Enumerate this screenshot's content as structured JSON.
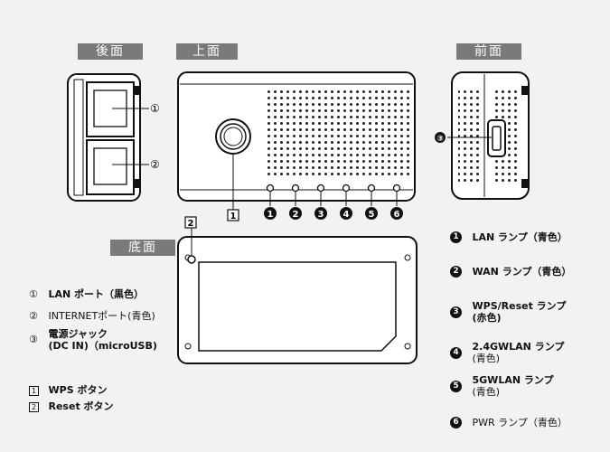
{
  "views": {
    "rear": "後面",
    "top": "上面",
    "front": "前面",
    "bottom": "底面"
  },
  "callouts": {
    "port1": "①",
    "port2": "②",
    "port3": "③",
    "box1": "1",
    "box2": "2",
    "leds": [
      "1",
      "2",
      "3",
      "4",
      "5",
      "6"
    ]
  },
  "left_legend": {
    "item1": {
      "num": "①",
      "text": "LAN ポート（黒色）"
    },
    "item2": {
      "num": "②",
      "text": "INTERNETポート(青色)"
    },
    "item3": {
      "num": "③",
      "line1": "電源ジャック",
      "line2": "(DC IN)（microUSB)"
    },
    "box1": {
      "num": "1",
      "text": "WPS ボタン"
    },
    "box2": {
      "num": "2",
      "text": "Reset ボタン"
    }
  },
  "right_legend": [
    {
      "num": "1",
      "line1": "LAN ランプ（青色）",
      "line2": ""
    },
    {
      "num": "2",
      "line1": "WAN ランプ（青色）",
      "line2": ""
    },
    {
      "num": "3",
      "line1": "WPS/Reset ランプ",
      "line2": "(赤色)"
    },
    {
      "num": "4",
      "line1": "2.4GWLAN ランプ",
      "line2": "(青色)"
    },
    {
      "num": "5",
      "line1": "5GWLAN ランプ",
      "line2": "(青色)"
    },
    {
      "num": "6",
      "line1": "PWR ランプ（青色）",
      "line2": ""
    }
  ]
}
